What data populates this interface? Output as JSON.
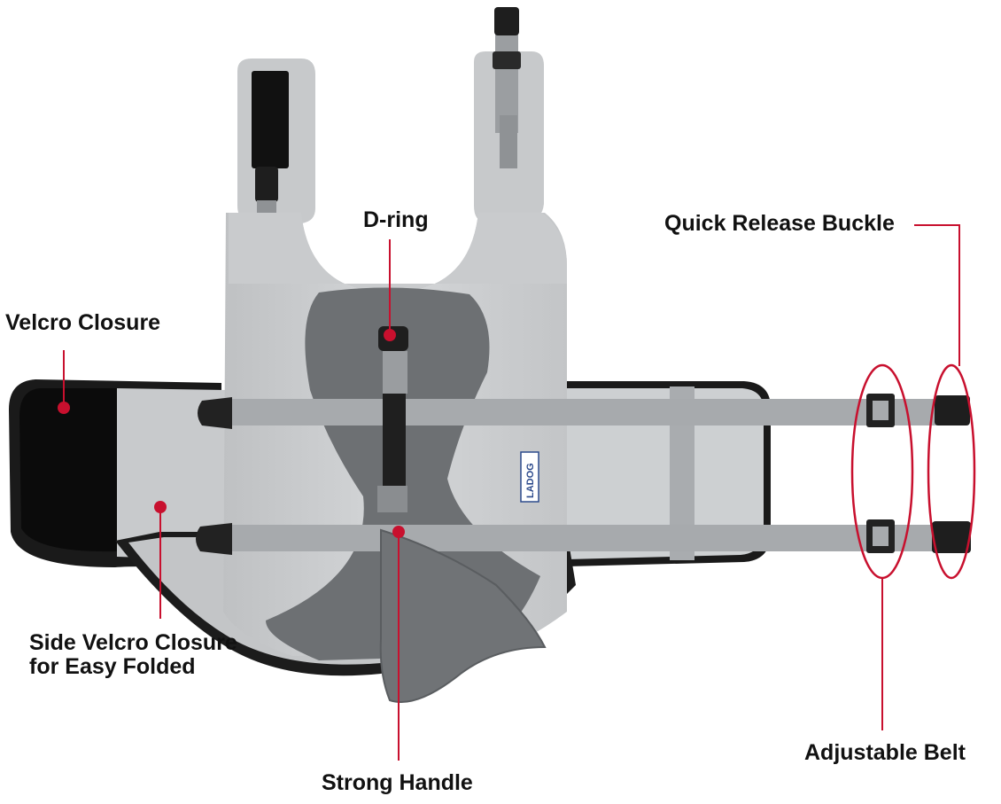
{
  "labels": {
    "velcro_closure": "Velcro Closure",
    "d_ring": "D-ring",
    "quick_release_buckle": "Quick Release Buckle",
    "side_velcro_line1": "Side Velcro Closure",
    "side_velcro_line2": "for Easy Folded",
    "strong_handle": "Strong Handle",
    "adjustable_belt": "Adjustable Belt"
  },
  "brand_tag": "LADOG",
  "colors": {
    "callout": "#c8102e",
    "vest_light": "#c6c8ca",
    "vest_dark": "#6d7073",
    "strap": "#a5a8ab",
    "velcro": "#111111",
    "buckle": "#222222"
  }
}
